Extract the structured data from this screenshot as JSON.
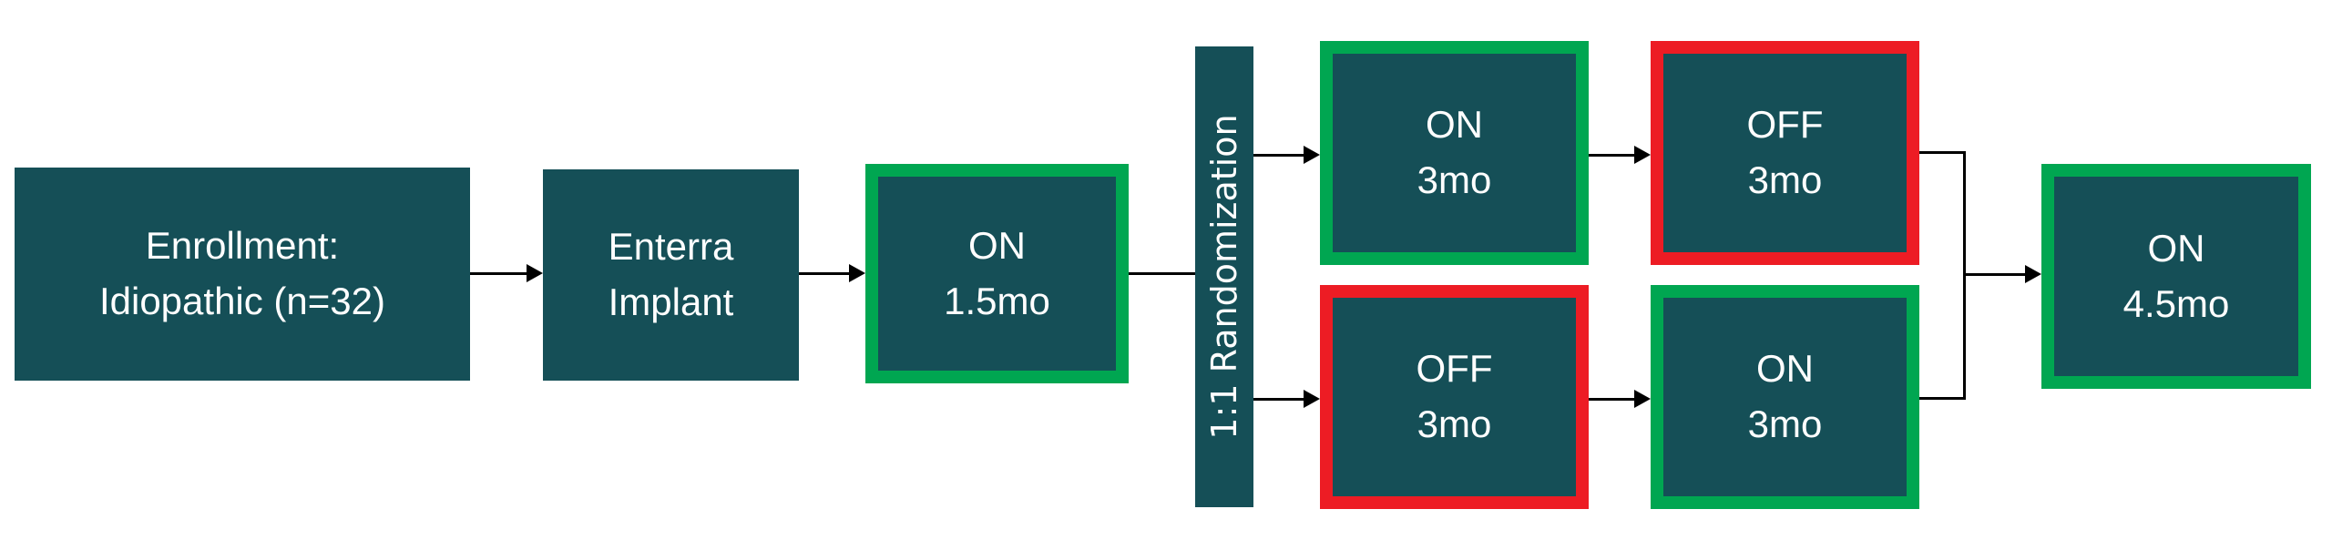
{
  "enrollment": {
    "line1": "Enrollment:",
    "line2": "Idiopathic (n=32)"
  },
  "implant": {
    "line1": "Enterra",
    "line2": "Implant"
  },
  "initial_phase": {
    "state": "ON",
    "duration": "1.5mo"
  },
  "randomization": {
    "label": "1:1 Randomization"
  },
  "arm_a": [
    {
      "state": "ON",
      "duration": "3mo"
    },
    {
      "state": "OFF",
      "duration": "3mo"
    }
  ],
  "arm_b": [
    {
      "state": "OFF",
      "duration": "3mo"
    },
    {
      "state": "ON",
      "duration": "3mo"
    }
  ],
  "final_phase": {
    "state": "ON",
    "duration": "4.5mo"
  },
  "colors": {
    "box": "#154f57",
    "on_border": "#00a651",
    "off_border": "#ed1c24"
  }
}
